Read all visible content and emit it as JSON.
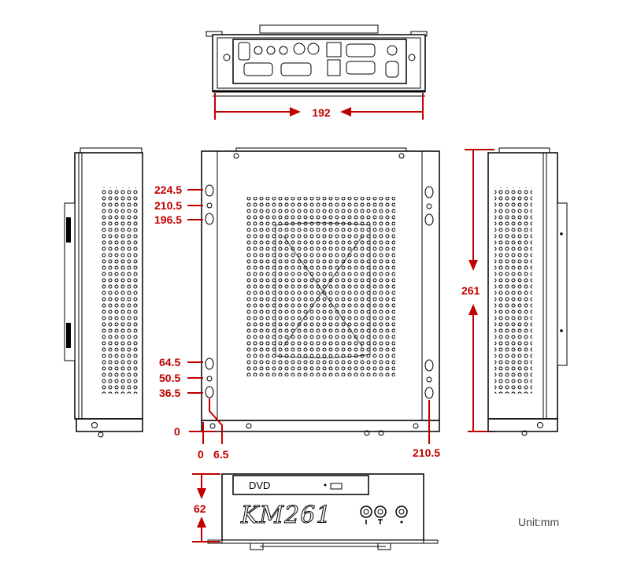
{
  "title": "",
  "dimensions": {
    "width": "192",
    "height": "261",
    "depth": "62",
    "hole_left_top": "224.5",
    "hole_left_mid_top": "210.5",
    "hole_left_low_top": "196.5",
    "hole_left_top_bottom": "64.5",
    "hole_left_mid_bottom": "50.5",
    "hole_left_low_bottom": "36.5",
    "origin_y": "0",
    "origin_x": "0",
    "offset_x": "6.5",
    "right_hole_x": "210.5"
  },
  "front_panel": {
    "drive_label": "DVD",
    "model_text": "KM261"
  },
  "unit_label": "Unit:mm",
  "colors": {
    "dimension": "#c00000",
    "outline": "#000000",
    "background": "#ffffff"
  }
}
